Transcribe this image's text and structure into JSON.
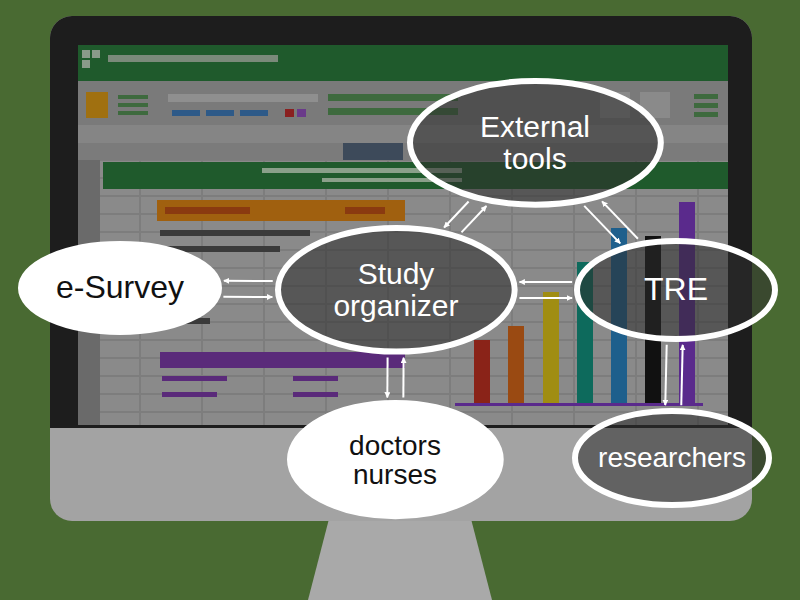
{
  "diagram": {
    "nodes": [
      {
        "text": [
          "External tools"
        ]
      },
      {
        "text": [
          "e-Survey"
        ]
      },
      {
        "text": [
          "Study organizer"
        ]
      },
      {
        "text": [
          "TRE"
        ]
      },
      {
        "text": [
          "doctors nurses"
        ]
      },
      {
        "text": [
          "researchers"
        ]
      }
    ],
    "edges": [
      {
        "from": 2,
        "to": 1,
        "arrow": "to"
      },
      {
        "from": 1,
        "to": 2,
        "arrow": "to"
      },
      {
        "from": 3,
        "to": 2,
        "arrow": "to"
      },
      {
        "from": 2,
        "to": 3,
        "arrow": "to"
      },
      {
        "from": 2,
        "to": 0,
        "arrow": "to"
      },
      {
        "from": 0,
        "to": 2,
        "arrow": "to"
      },
      {
        "from": 0,
        "to": 3,
        "arrow": "to"
      },
      {
        "from": 3,
        "to": 0,
        "arrow": "to"
      },
      {
        "from": 4,
        "to": 2,
        "arrow": "to"
      },
      {
        "from": 2,
        "to": 4,
        "arrow": "to"
      },
      {
        "from": 3,
        "to": 5,
        "arrow": "to"
      },
      {
        "from": 5,
        "to": 3,
        "arrow": "to"
      }
    ]
  }
}
